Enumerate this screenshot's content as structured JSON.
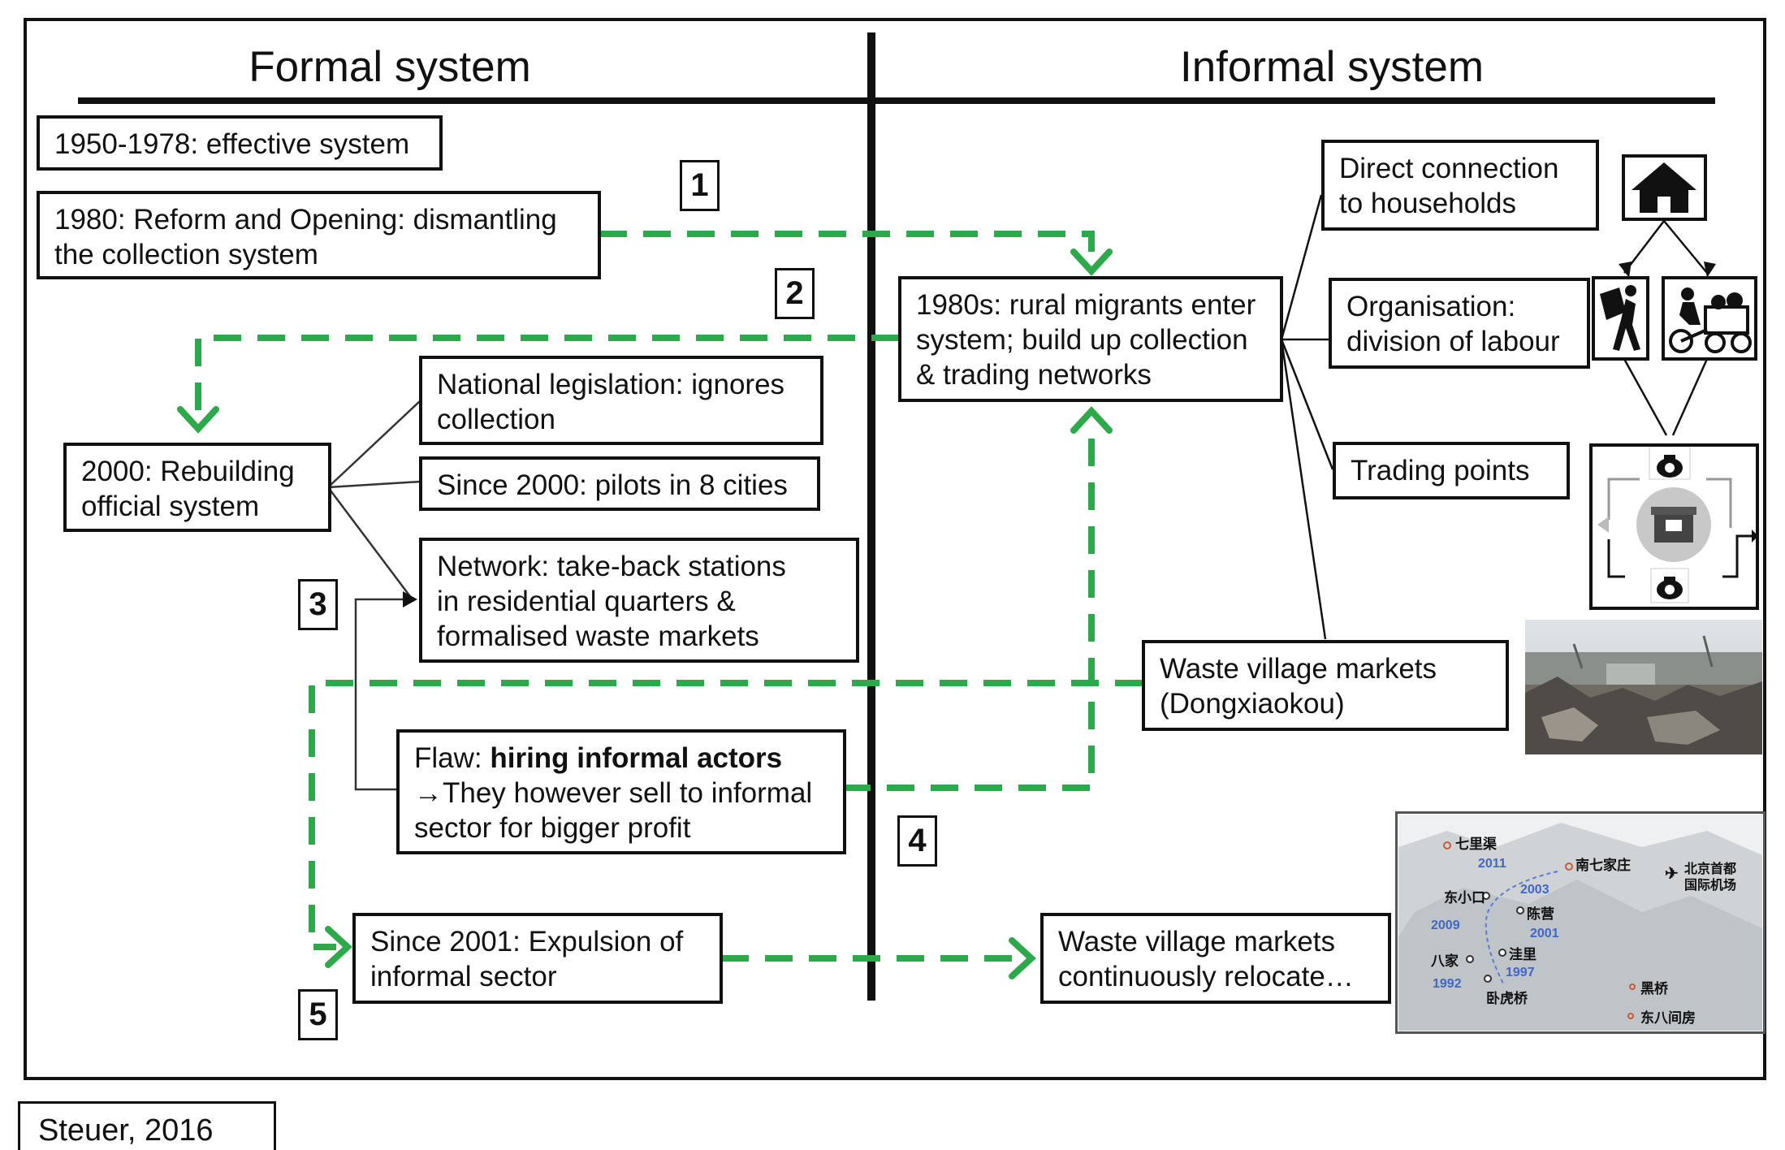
{
  "headers": {
    "formal": "Formal system",
    "informal": "Informal system"
  },
  "formal": {
    "box_1950": "1950-1978: effective system",
    "box_1980": [
      "1980: Reform and Opening: dismantling",
      "the collection system"
    ],
    "box_2000": [
      "2000: Rebuilding",
      "official system"
    ],
    "box_legislation": [
      "National legislation: ignores",
      "collection"
    ],
    "box_pilots": "Since 2000: pilots in 8 cities",
    "box_network": [
      "Network: take-back stations",
      "in residential quarters &",
      "formalised  waste markets"
    ],
    "box_flaw": {
      "prefix": "Flaw: ",
      "bold": "hiring informal actors",
      "line2": "→They however sell to informal",
      "line3": "sector for bigger profit"
    },
    "box_2001": [
      "Since 2001: Expulsion of",
      "informal sector"
    ]
  },
  "informal": {
    "box_1980s": [
      "1980s: rural migrants enter",
      "system; build up collection",
      "& trading networks"
    ],
    "box_direct": [
      "Direct connection",
      "to households"
    ],
    "box_organisation": [
      "Organisation:",
      "division of labour"
    ],
    "box_trading": "Trading points",
    "box_waste_village": [
      "Waste village markets",
      "(Dongxiaokou)"
    ],
    "box_relocate": [
      "Waste village markets",
      "continuously relocate…"
    ]
  },
  "step_numbers": [
    "1",
    "2",
    "3",
    "4",
    "5"
  ],
  "map": {
    "places": [
      "七里渠",
      "南七家庄",
      "北京首都",
      "国际机场",
      "东小口",
      "陈营",
      "洼里",
      "八家",
      "卧虎桥",
      "黑桥",
      "东八间房"
    ],
    "years": [
      "2011",
      "2003",
      "2009",
      "2001",
      "1997",
      "1992"
    ]
  },
  "citation": "Steuer, 2016",
  "colors": {
    "accent_green": "#2da84a",
    "line": "#111111"
  },
  "icons": [
    "house-icon",
    "waste-collector-icon",
    "tricycle-icon",
    "money-bag-icon",
    "trading-stall-icon"
  ]
}
